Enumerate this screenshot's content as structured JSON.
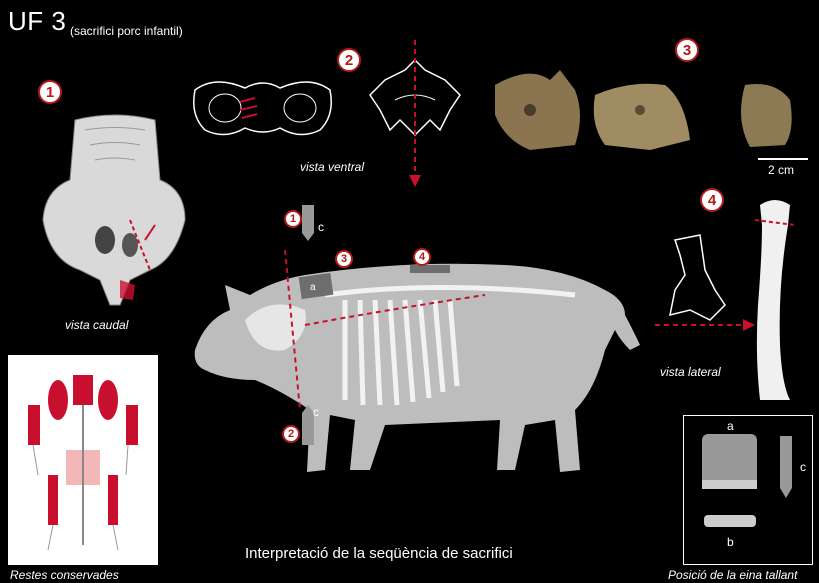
{
  "header": {
    "title": "UF 3",
    "subtitle": "(sacrifici porc infantil)"
  },
  "steps": [
    "1",
    "2",
    "3",
    "4"
  ],
  "captions": {
    "caudal": "vista caudal",
    "ventral": "vista ventral",
    "lateral": "vista lateral",
    "remains": "Restes conservades",
    "main": "Interpretació de la seqüència de sacrifici",
    "tool": "Posició de la eina tallant"
  },
  "scale_label": "2 cm",
  "tool_letters": {
    "a": "a",
    "b": "b",
    "c": "c"
  },
  "colors": {
    "accent": "#c8102e",
    "bone": "#e6e6e6",
    "pig": "#bdbdbd",
    "tool": "#999999"
  }
}
